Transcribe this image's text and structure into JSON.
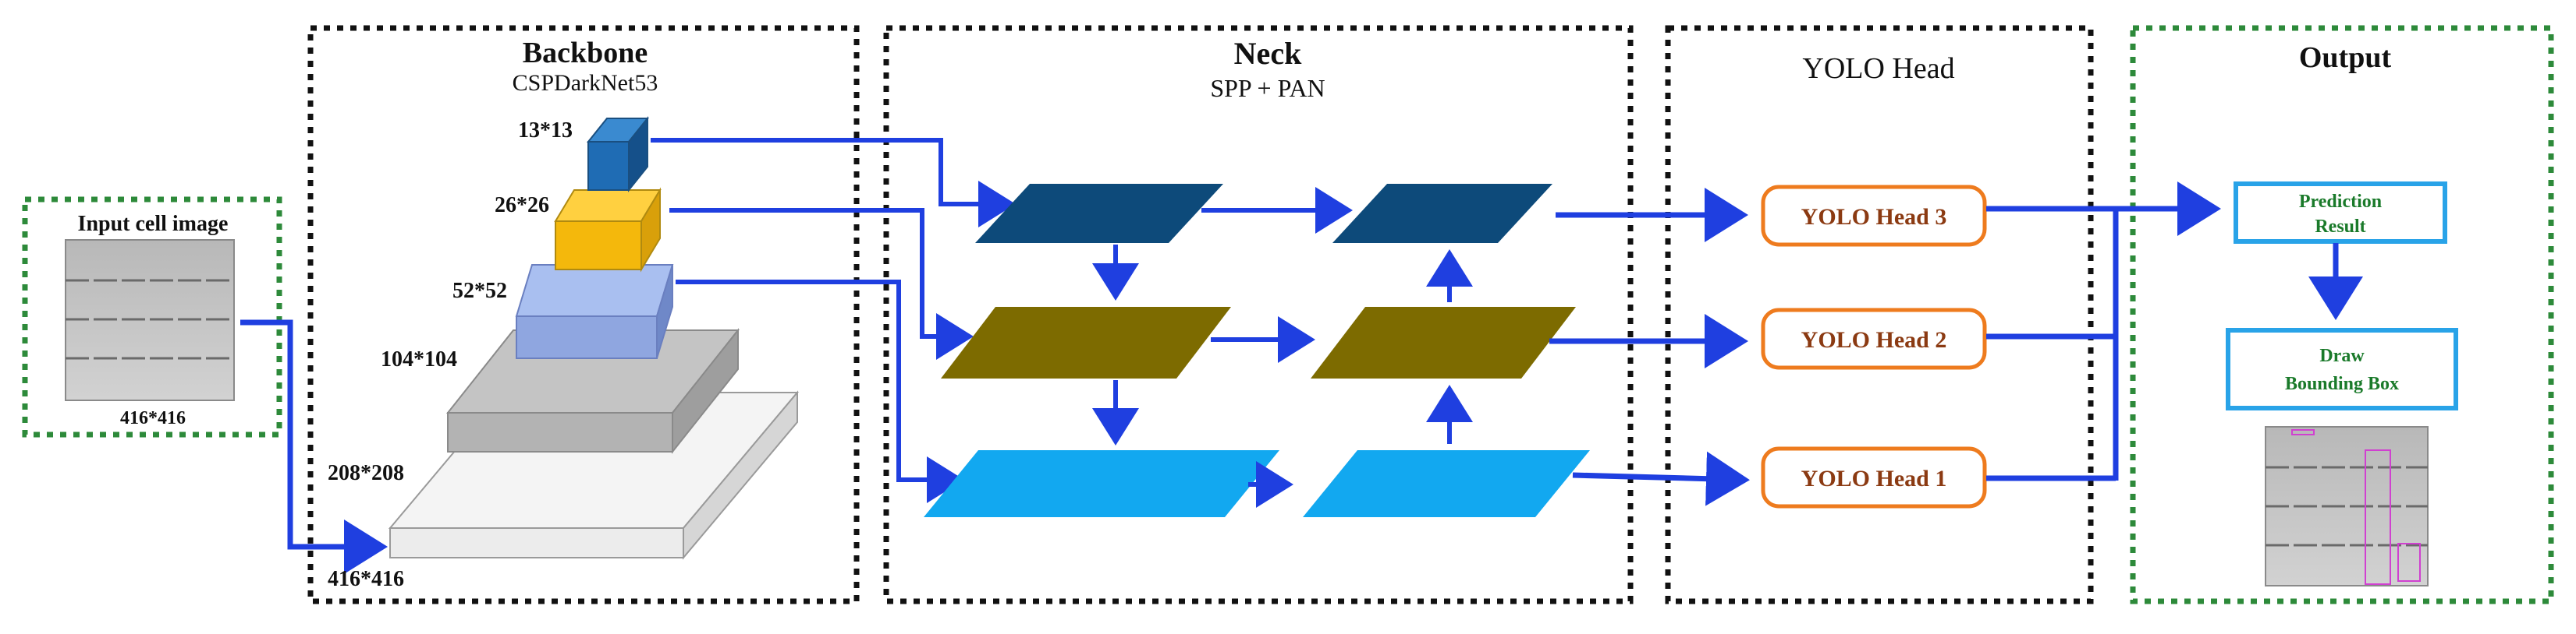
{
  "input": {
    "title": "Input cell image",
    "size": "416*416"
  },
  "backbone": {
    "title": "Backbone",
    "subtitle": "CSPDarkNet53",
    "levels": [
      "13*13",
      "26*26",
      "52*52",
      "104*104",
      "208*208",
      "416*416"
    ]
  },
  "neck": {
    "title": "Neck",
    "subtitle": "SPP + PAN"
  },
  "head": {
    "title": "YOLO Head",
    "boxes": [
      "YOLO Head 3",
      "YOLO Head 2",
      "YOLO Head 1"
    ]
  },
  "output": {
    "title": "Output",
    "prediction": [
      "Prediction",
      "Result"
    ],
    "draw": [
      "Draw",
      "Bounding Box"
    ]
  },
  "colors": {
    "arrow": "#1f3fe0",
    "dark_navy": "#0d4a7a",
    "olive": "#7d6b00",
    "sky": "#12a8f0",
    "head_border": "#ee7b1e",
    "head_text": "#8b3a12",
    "out_border": "#29a3e8",
    "out_text": "#1a7a2a",
    "green_dot": "#2d8a3a"
  }
}
